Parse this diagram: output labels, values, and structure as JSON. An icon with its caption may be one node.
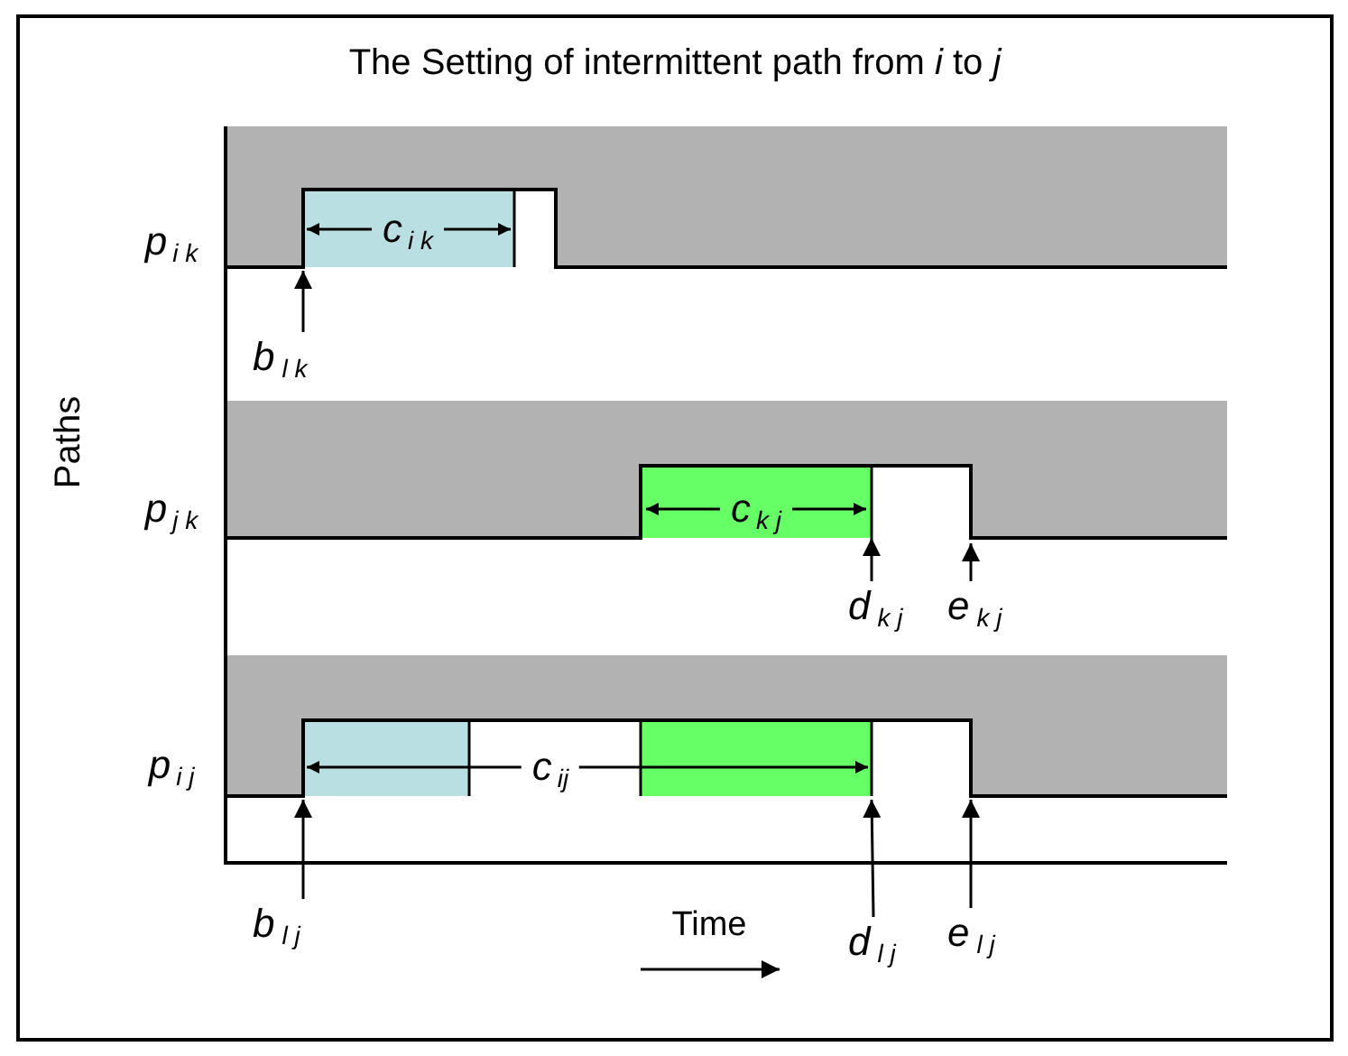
{
  "diagram": {
    "title": "The Setting of intermittent path from *i* to *j*",
    "nodes": [
      {
        "text": [
          "b$_{l k}$"
        ]
      },
      {
        "text": [
          "d$_{k j}$"
        ]
      },
      {
        "text": [
          "e$_{k j}$"
        ]
      },
      {
        "text": [
          "b$_{l j}$"
        ]
      },
      {
        "text": [
          "d$_{l j}$"
        ]
      },
      {
        "text": [
          "e$_{l j}$"
        ]
      },
      {
        "text": [
          "c$_{k j}$"
        ]
      }
    ],
    "edges": [
      {
        "from": 0,
        "to": null,
        "arrow": "to"
      },
      {
        "from": 1,
        "to": 6,
        "arrow": "to"
      },
      {
        "from": 2,
        "to": null,
        "arrow": "to"
      },
      {
        "from": 3,
        "to": null,
        "arrow": "to"
      },
      {
        "from": 4,
        "to": null,
        "arrow": "to"
      },
      {
        "from": 5,
        "to": null,
        "arrow": "to"
      }
    ],
    "labels": [
      "Paths",
      "p$_{i k}$",
      "c$_{i k}$",
      "p$_{j k}$",
      "p$_{i j}$",
      "c$_{ij}$",
      "Time"
    ]
  }
}
